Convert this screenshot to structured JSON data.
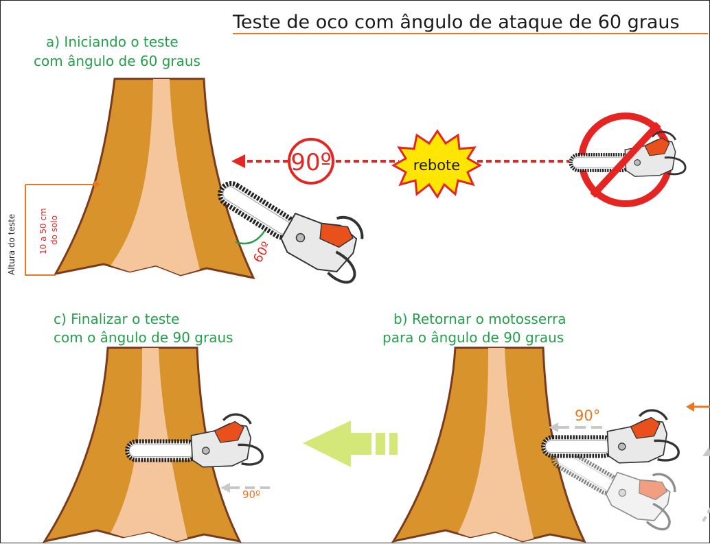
{
  "title": "Teste de oco com ângulo de ataque de 60 graus",
  "steps": {
    "a": {
      "line1": "a) Iniciando o teste",
      "line2": "com ângulo de 60 graus"
    },
    "b": {
      "line1": "b) Retornar o motosserra",
      "line2": "para o ângulo de 90 graus"
    },
    "c": {
      "line1": "c) Finalizar o teste",
      "line2": "com o  ângulo de 90 graus"
    }
  },
  "height_label": {
    "side": "Altura do teste",
    "range": "10 a 50 cm",
    "unit": "do solo"
  },
  "labels": {
    "angle_90_circle": "90º",
    "kickback": "rebote",
    "angle_60": "60º",
    "angle_90_b": "90°",
    "angle_90_c": "90º"
  },
  "colors": {
    "trunk": "#d8932c",
    "trunk_outline": "#7a3a1c",
    "heartwood": "#f5c59b",
    "green_text": "#22a04a",
    "red": "#e52521",
    "orange": "#e87722",
    "kickback_star": "#ffe600",
    "flow_arrow": "#d4e87a"
  }
}
